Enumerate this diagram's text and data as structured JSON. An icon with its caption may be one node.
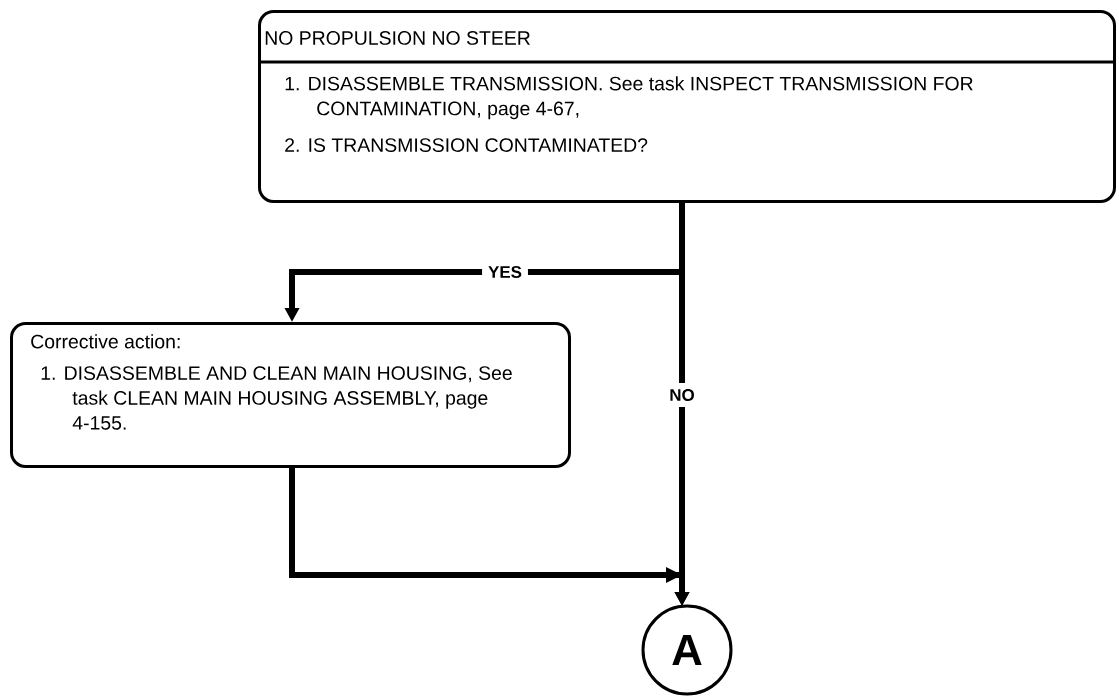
{
  "diagram": {
    "nodes": [
      {
        "text": [
          "NO PROPULSION NO STEER",
          "1. DISASSEMBLE TRANSMISSION. See task INSPECT TRANSMISSION FOR CONTAMINATION, page 4-67,",
          "2. IS TRANSMISSION CONTAMINATED?"
        ]
      },
      {
        "text": [
          "Corrective action:",
          "1. DISASSEMBLE AND CLEAN MAIN HOUSING, See task CLEAN MAIN HOUSING ASSEMBLY, page 4-155."
        ]
      },
      {
        "text": [
          "A"
        ]
      }
    ],
    "edges": [
      {
        "from": 0,
        "to": 1,
        "arrow": "to",
        "label": "YES"
      },
      {
        "from": 0,
        "to": 2,
        "arrow": "to",
        "label": "NO"
      },
      {
        "from": 1,
        "to": 2,
        "arrow": "to"
      }
    ]
  }
}
